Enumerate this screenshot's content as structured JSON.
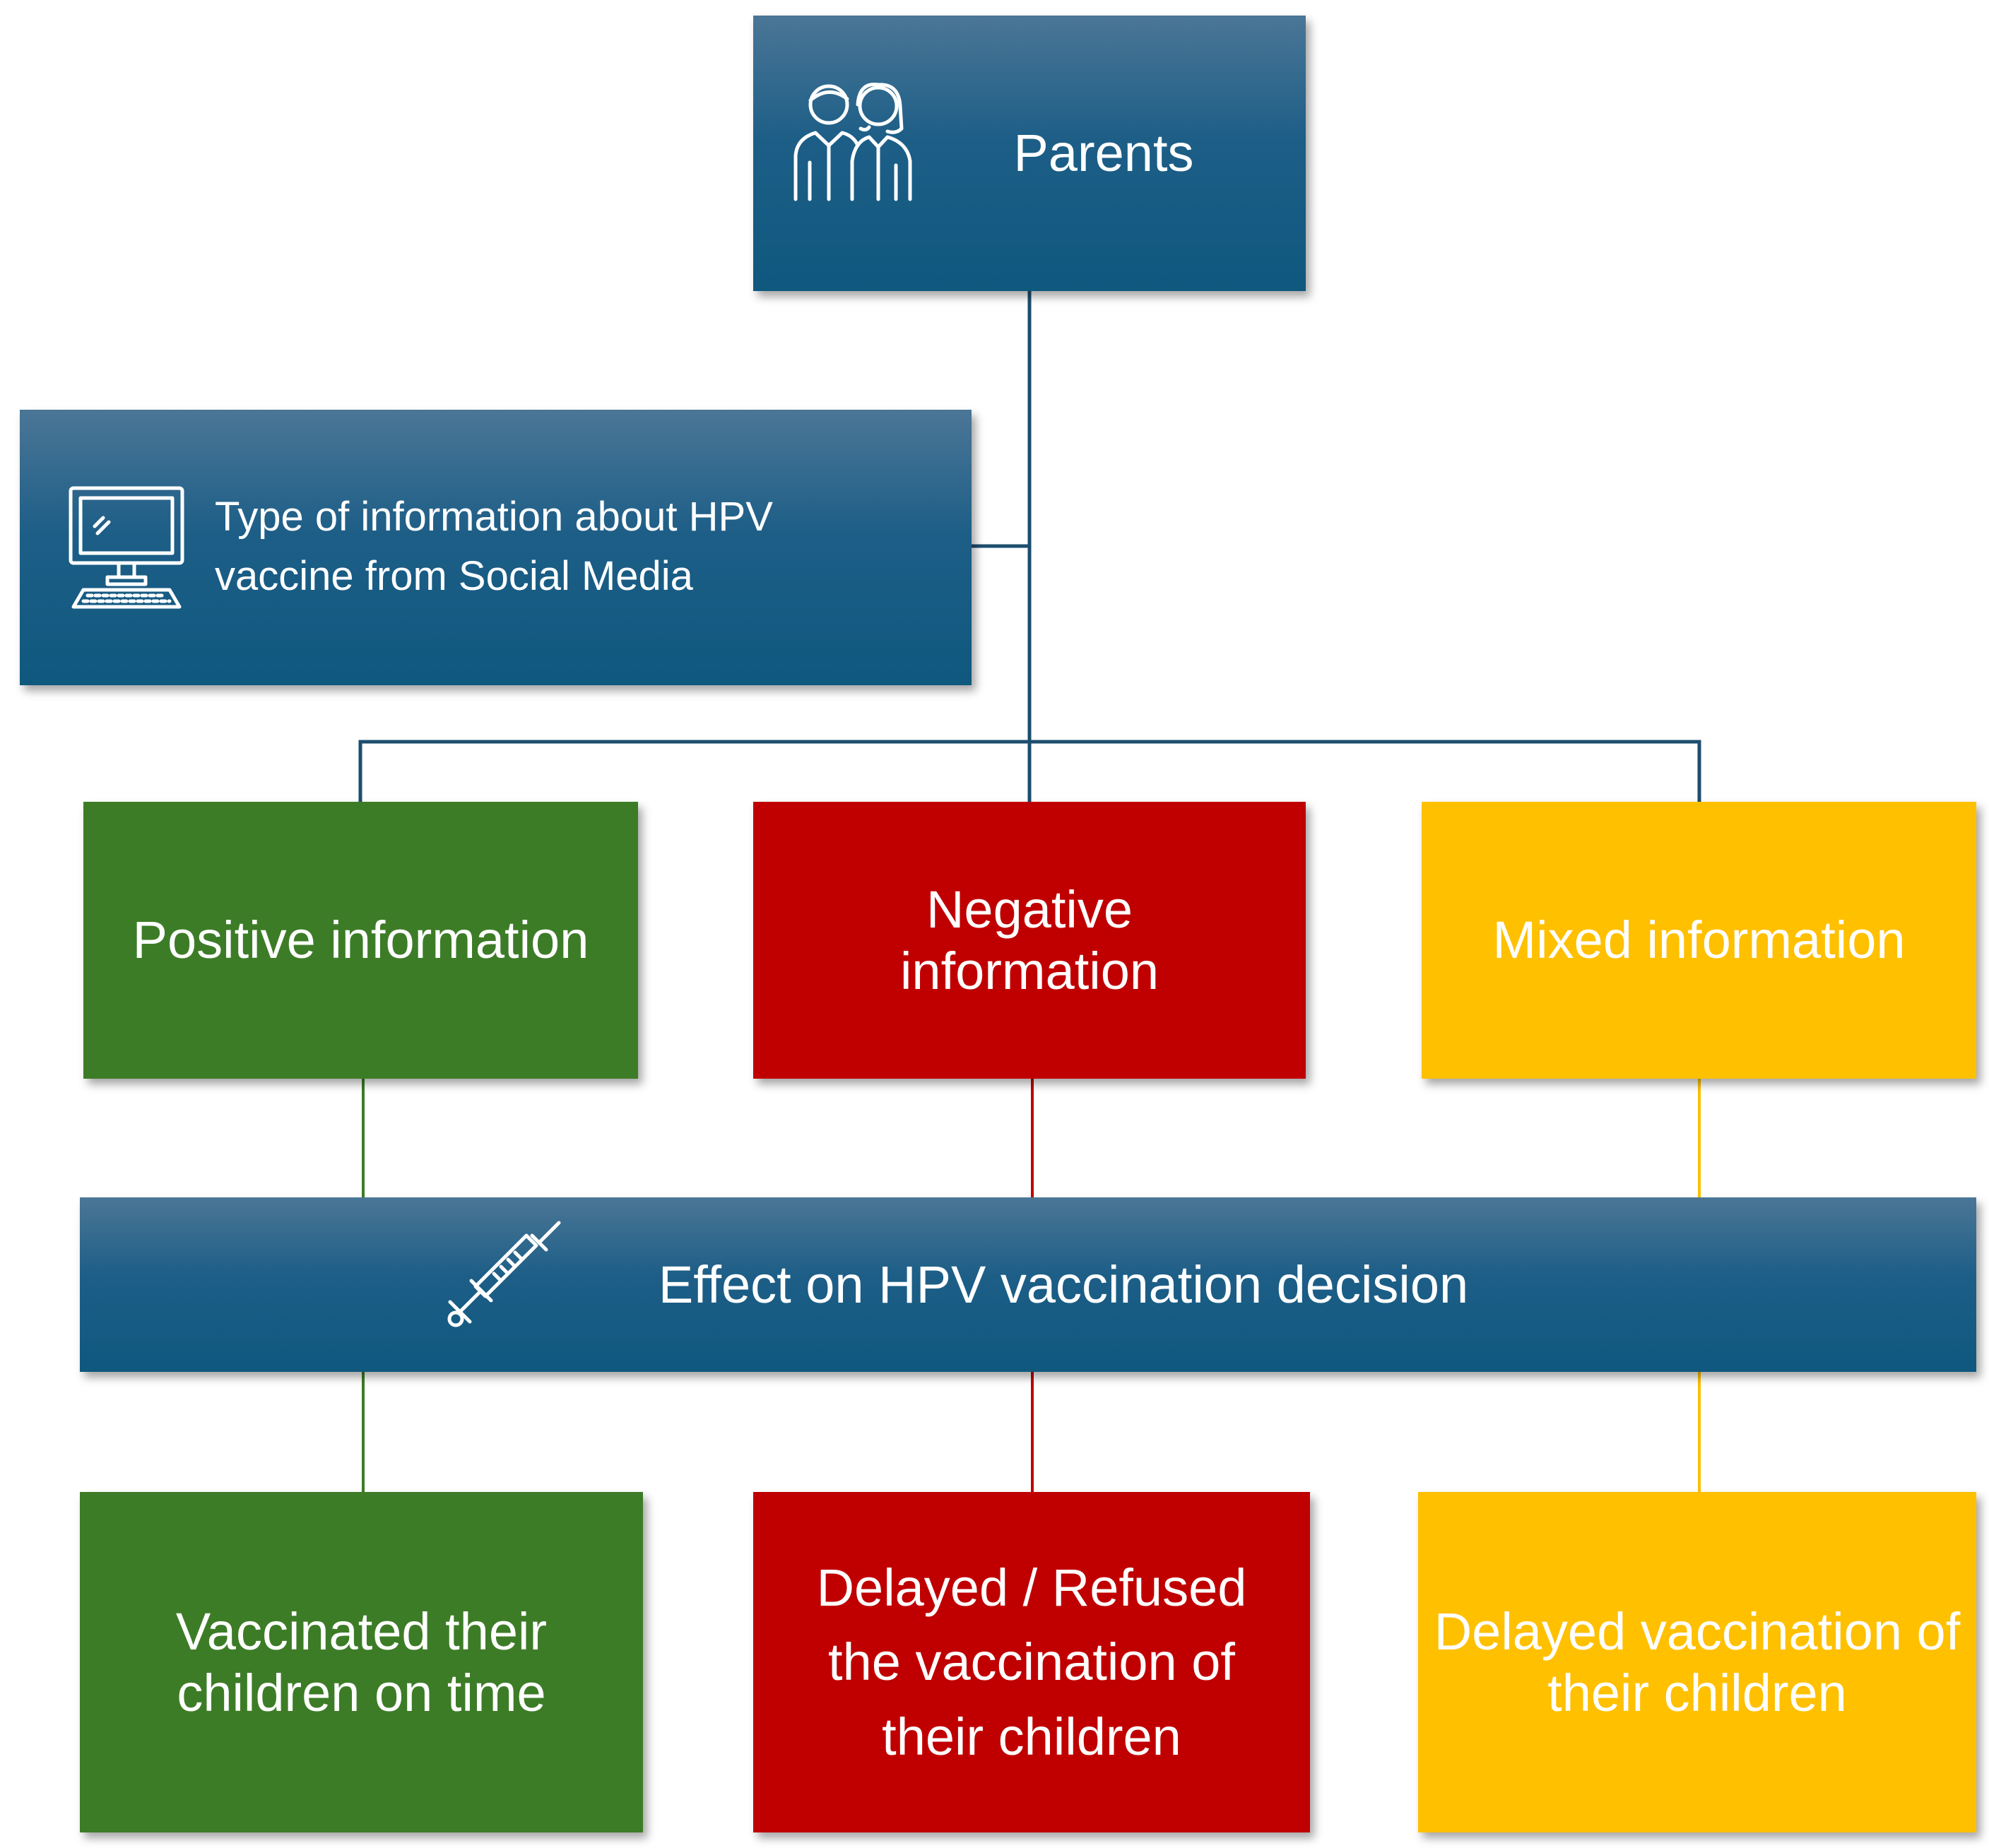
{
  "diagram": {
    "parents": {
      "label": "Parents",
      "icon": "parents-icon"
    },
    "info_type": {
      "label": "Type of information about HPV vaccine from Social Media",
      "icon": "computer-icon"
    },
    "categories": [
      {
        "label": "Positive information",
        "color": "#3d7c27"
      },
      {
        "label": "Negative information",
        "color": "#c00000"
      },
      {
        "label": "Mixed information",
        "color": "#ffc000"
      }
    ],
    "effect": {
      "label": "Effect on HPV vaccination decision",
      "icon": "syringe-icon"
    },
    "outcomes": [
      {
        "label": "Vaccinated their children on time",
        "color": "#3d7c27"
      },
      {
        "label": "Delayed / Refused the vaccination of their children",
        "color": "#c00000"
      },
      {
        "label": "Delayed vaccination of their children",
        "color": "#ffc000"
      }
    ],
    "accent_blue": "#1d5e87"
  }
}
